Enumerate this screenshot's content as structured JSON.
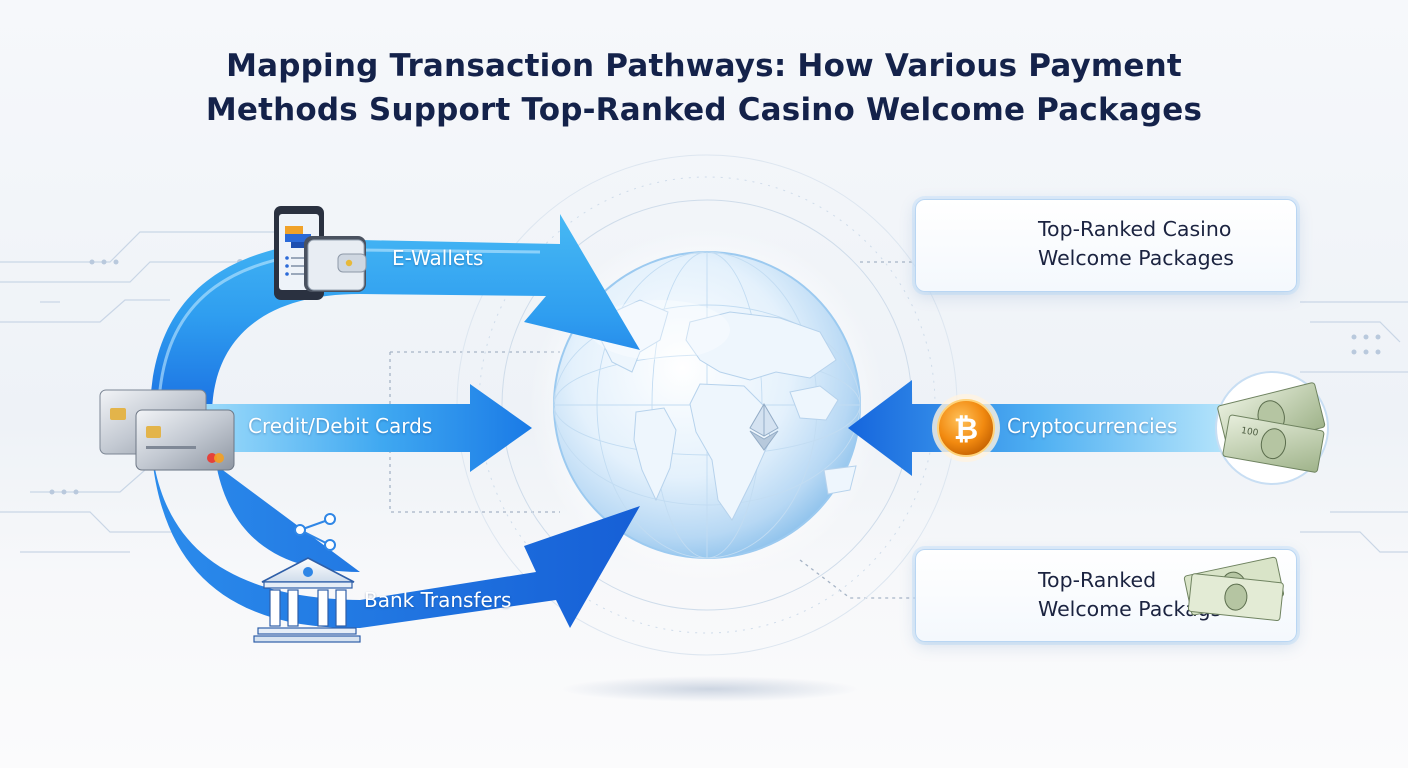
{
  "title": {
    "line1": "Mapping Transaction Pathways: How Various Payment",
    "line2": "Methods Support Top-Ranked Casino Welcome Packages"
  },
  "payment_methods": [
    {
      "label": "E-Wallets",
      "icon": "smartphone-wallet-icon"
    },
    {
      "label": "Credit/Debit Cards",
      "icon": "credit-cards-icon"
    },
    {
      "label": "Bank Transfers",
      "icon": "bank-building-icon"
    },
    {
      "label": "Cryptocurrencies",
      "icon": "bitcoin-icon"
    }
  ],
  "hub": {
    "icon": "globe-icon",
    "center_icon": "ethereum-icon"
  },
  "outcomes": [
    {
      "line1": "Top-Ranked Casino",
      "line2": "Welcome Packages",
      "icon": "gold-coin-stacks-icon"
    },
    {
      "line1": "Top-Ranked",
      "line2": "Welcome Packags",
      "icon": "playing-cards-coins-cash-icon"
    }
  ],
  "decor": {
    "cash_icon": "dollar-bills-icon"
  },
  "colors": {
    "title": "#14224a",
    "arrow_light": "#7fd0f7",
    "arrow_dark": "#1f6fe0",
    "card_border": "#b9d6f3",
    "bitcoin": "#f28a10"
  }
}
